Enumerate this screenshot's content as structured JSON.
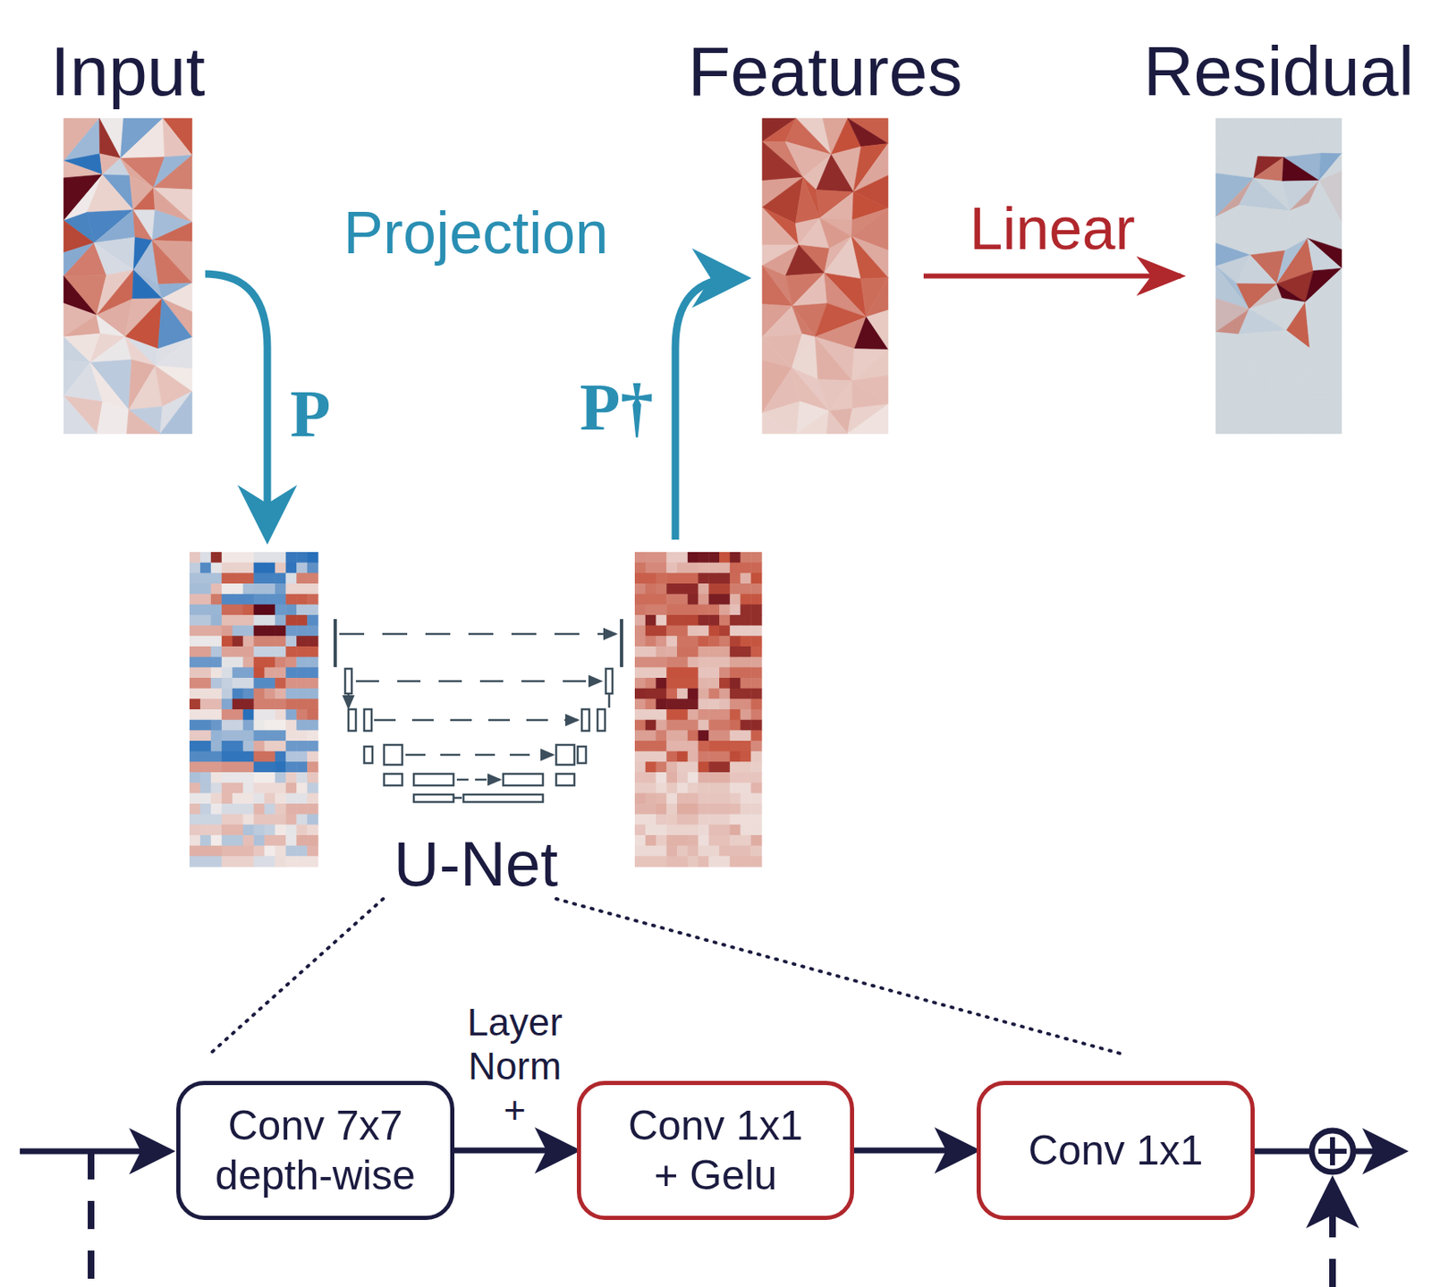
{
  "diagram": {
    "nodes": [
      {
        "text": [
          "Input"
        ]
      },
      {
        "text": [
          "Features"
        ]
      },
      {
        "text": [
          "Residual"
        ]
      },
      {
        "text": [
          "Conv 7x7 depth-wise"
        ]
      },
      {
        "text": [
          "Conv 1x1 + Gelu"
        ]
      },
      {
        "text": [
          "Conv 1x1"
        ]
      }
    ],
    "edges": [
      {
        "from": 1,
        "to": 2,
        "label": "Linear",
        "arrow": "to"
      },
      {
        "from": 3,
        "to": 4,
        "label": "Layer Norm +",
        "arrow": "to"
      },
      {
        "from": 4,
        "to": 5,
        "arrow": "to"
      }
    ],
    "labels": [
      "Projection",
      "P",
      "P†",
      "U-Net"
    ]
  }
}
